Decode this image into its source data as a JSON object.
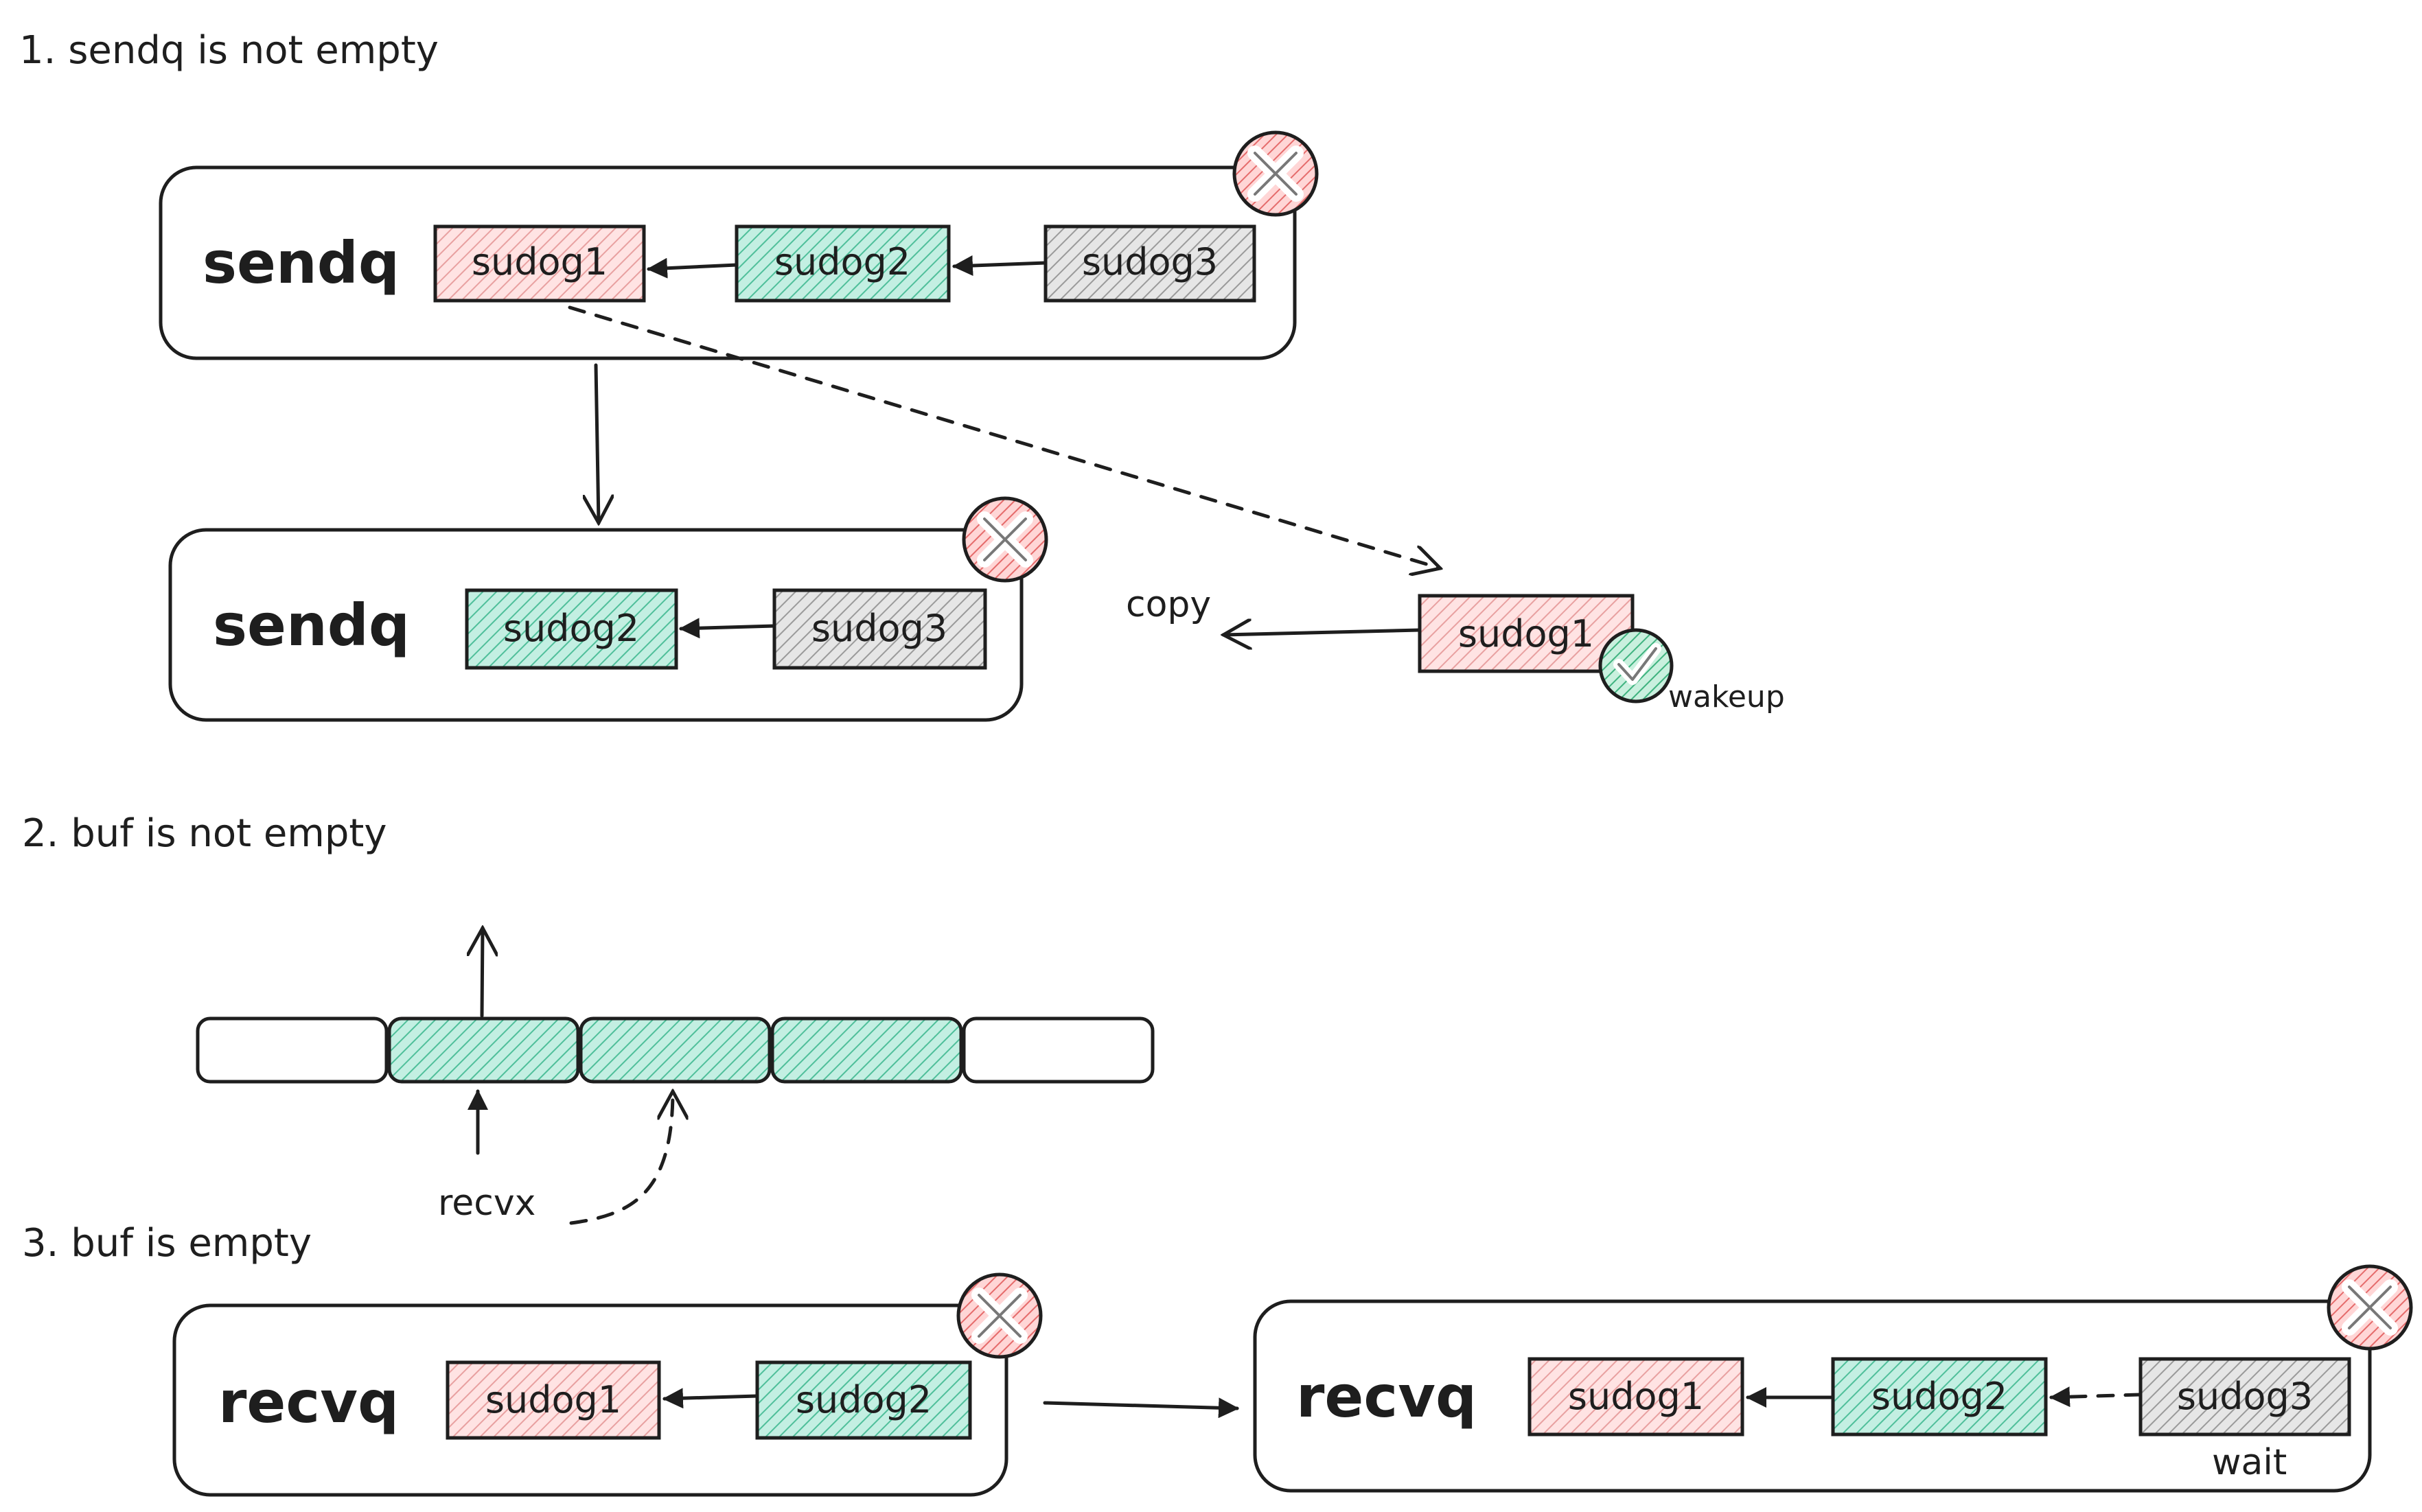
{
  "colors": {
    "red": "#ffc9c9",
    "green": "#b2f2bb",
    "teal": "#8fd8c4",
    "gray": "#c9c9c9",
    "badge_red": "#e03131",
    "badge_green": "#2f9e44",
    "stroke": "#1e1e1e"
  },
  "sections": {
    "s1": "1. sendq is not empty",
    "s2": "2. buf is not empty",
    "s3": "3. buf is empty"
  },
  "queues": {
    "q1_label": "sendq",
    "q2_label": "sendq",
    "q3_label": "recvq",
    "q4_label": "recvq"
  },
  "nodes": {
    "sudog1": "sudog1",
    "sudog2": "sudog2",
    "sudog3": "sudog3"
  },
  "labels": {
    "copy": "copy",
    "wakeup": "wakeup",
    "recvx": "recvx",
    "wait": "wait"
  },
  "icons": {
    "close": "close-icon",
    "check": "check-icon"
  },
  "buffer": {
    "slots": [
      "empty",
      "filled",
      "filled",
      "filled",
      "empty"
    ]
  }
}
